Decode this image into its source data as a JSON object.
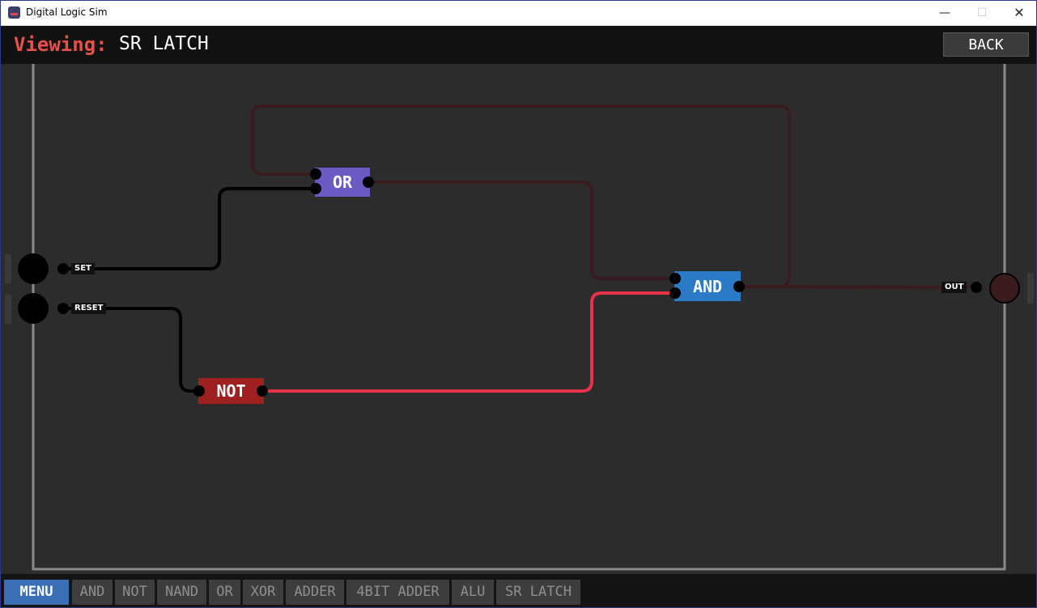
{
  "window": {
    "title": "Digital Logic Sim"
  },
  "window_controls": {
    "minimize": "—",
    "maximize": "☐",
    "close": "✕"
  },
  "header": {
    "viewing_label": "Viewing:",
    "chip_name": "SR LATCH",
    "back_label": "BACK"
  },
  "circuit": {
    "inputs": [
      {
        "label": "SET"
      },
      {
        "label": "RESET"
      }
    ],
    "outputs": [
      {
        "label": "OUT"
      }
    ],
    "gates": {
      "or": {
        "label": "OR",
        "color": "#6b5ac4"
      },
      "not": {
        "label": "NOT",
        "color": "#9e2020"
      },
      "and": {
        "label": "AND",
        "color": "#2a7ac8"
      }
    },
    "wire_colors": {
      "off": "#000000",
      "on": "#e8324a",
      "feedback": "#3a1c20"
    }
  },
  "menubar": {
    "menu_label": "MENU",
    "chips": [
      "AND",
      "NOT",
      "NAND",
      "OR",
      "XOR",
      "ADDER",
      "4BIT ADDER",
      "ALU",
      "SR LATCH"
    ]
  }
}
